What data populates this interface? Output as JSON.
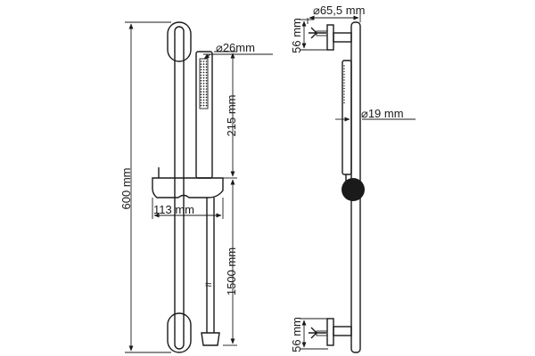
{
  "dimensions": {
    "total_height": "600 mm",
    "bar_offset": "113 mm",
    "handshower_diameter": "⌀26mm",
    "handshower_length": "215 mm",
    "hose_length": "1500 mm",
    "rose_diameter": "⌀65,5 mm",
    "rail_diameter": "⌀19 mm",
    "bracket_top_depth": "56 mm",
    "bracket_bottom_depth": "56 mm",
    "hose_break_mark": "≈"
  },
  "colors": {
    "line": "#1a1a1a",
    "slider_knob": "#1a1a1a",
    "background": "#ffffff"
  }
}
